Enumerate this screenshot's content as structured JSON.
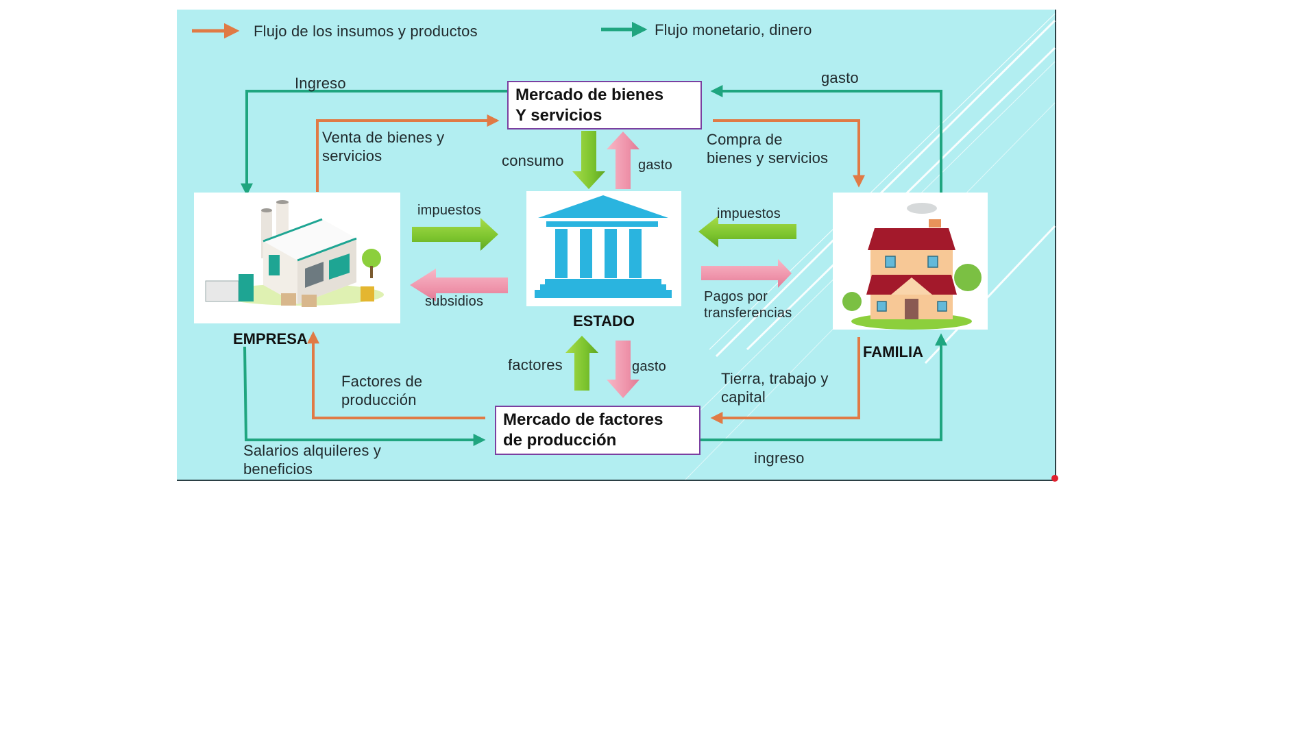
{
  "legend": {
    "items": [
      {
        "label": "Flujo de los insumos y productos",
        "color": "#e07a45",
        "meaning": "physical-flow"
      },
      {
        "label": "Flujo monetario, dinero",
        "color": "#1fa57f",
        "meaning": "money-flow"
      }
    ]
  },
  "colors": {
    "background": "#b2eef1",
    "physical_flow": "#e07a45",
    "money_flow": "#1fa57f",
    "green_block_arrow": "#7cc42e",
    "pink_block_arrow": "#ef94ab",
    "estado_icon": "#2ab4df",
    "market_border": "#7b3fa0"
  },
  "nodes": {
    "market_goods": "Mercado de bienes\nY servicios",
    "market_factors": "Mercado de factores\nde producción",
    "empresa": "EMPRESA",
    "estado": "ESTADO",
    "familia": "FAMILIA"
  },
  "icons": {
    "empresa": "factory-illustration",
    "estado": "government-building-icon",
    "familia": "house-illustration"
  },
  "flows": {
    "ingreso_top": "Ingreso",
    "venta": "Venta de bienes y\nservicios",
    "gasto_top": "gasto",
    "compra": "Compra de\nbienes y servicios",
    "consumo": "consumo",
    "gasto_estado_up": "gasto",
    "impuestos_empresa": "impuestos",
    "subsidios": "subsidios",
    "impuestos_familia": "impuestos",
    "pagos": "Pagos por\ntransferencias",
    "factores_estado": "factores",
    "gasto_estado_down": "gasto",
    "factores_produccion": "Factores de\nproducción",
    "salarios": "Salarios alquileres y\nbeneficios",
    "tierra": "Tierra, trabajo y\ncapital",
    "ingreso_bottom": "ingreso"
  }
}
